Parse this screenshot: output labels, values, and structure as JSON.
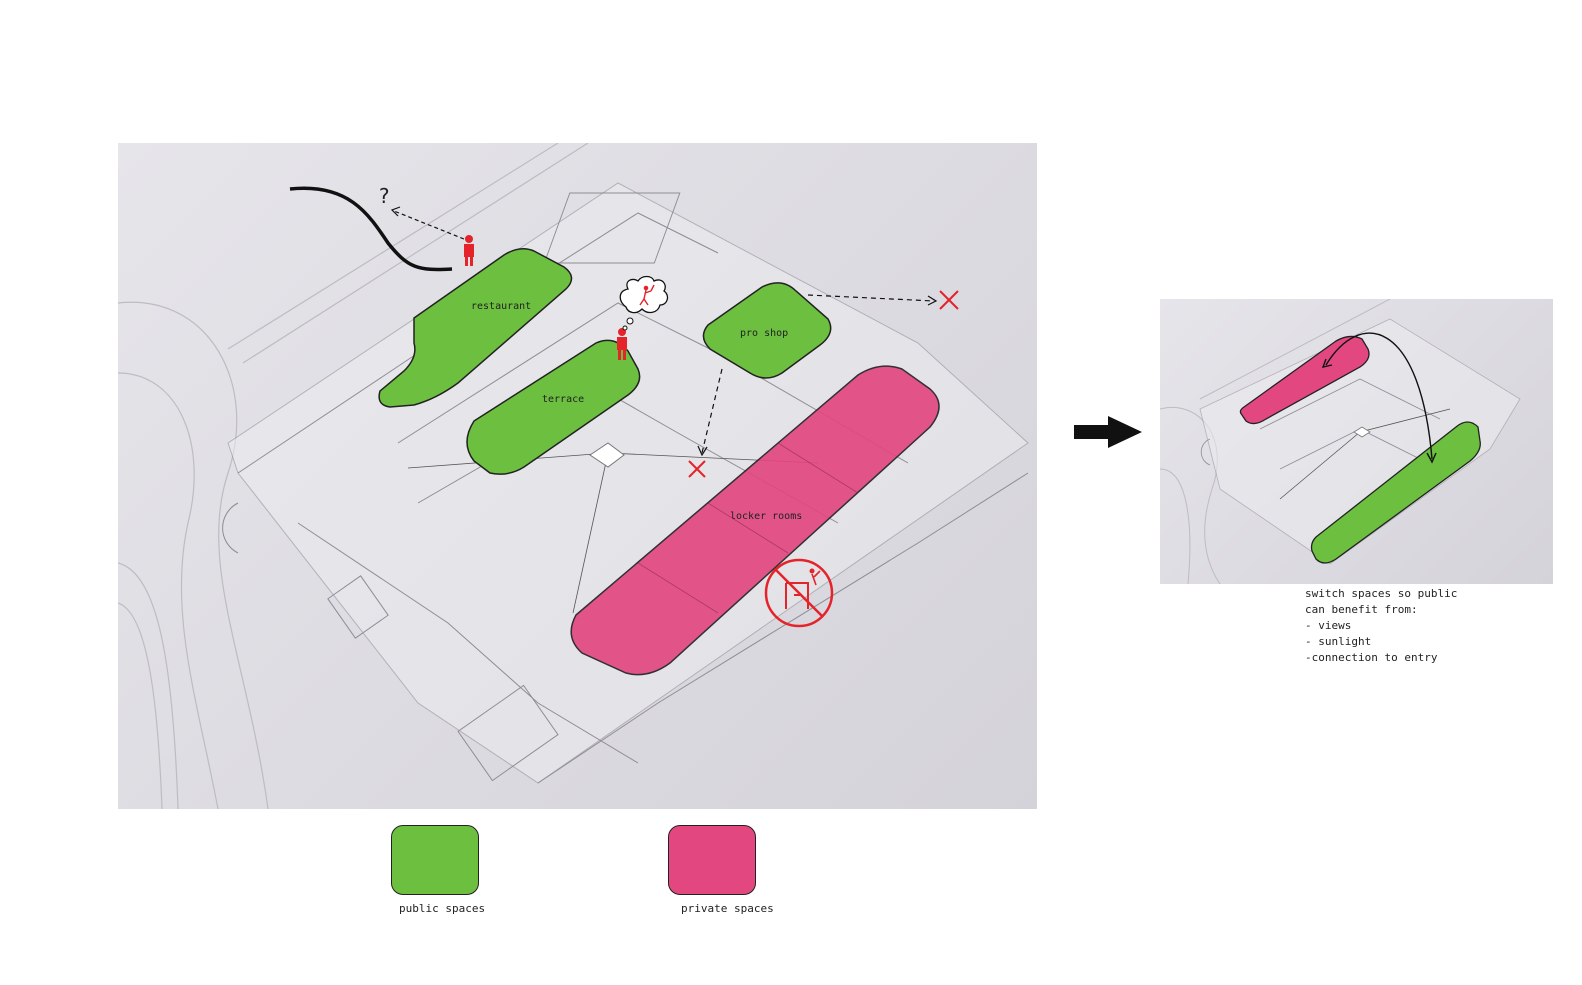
{
  "colors": {
    "public": "#6cbf3f",
    "private": "#e2487f",
    "annotation": "#e5232a",
    "arrow": "#111111"
  },
  "zones": {
    "restaurant": "restaurant",
    "terrace": "terrace",
    "pro_shop": "pro shop",
    "locker_rooms": "locker rooms"
  },
  "annotations": {
    "question_mark": "?",
    "icons": [
      "person-icon",
      "thought-bubble-icon",
      "no-entry-icon",
      "cross-icon",
      "arrow-right-icon"
    ]
  },
  "legend": {
    "public_label": "public spaces",
    "private_label": "private spaces"
  },
  "note": {
    "lines": [
      "switch spaces so public",
      "can benefit from:",
      "- views",
      "- sunlight",
      "-connection to entry"
    ]
  }
}
